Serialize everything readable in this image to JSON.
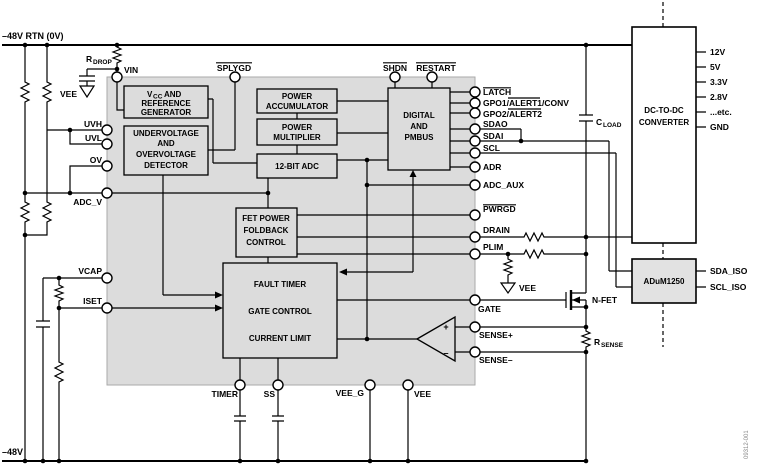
{
  "figure": {
    "code": "09312-001"
  },
  "colors": {
    "ic_fill": "#dcdcdc",
    "line": "#000000",
    "background": "#ffffff",
    "dcdc_fill": "#ffffff"
  },
  "rails": {
    "top": "–48V RTN (0V)",
    "bottom": "–48V"
  },
  "components": {
    "rdrop": {
      "name": "R",
      "sub": "DROP"
    },
    "cload": {
      "name": "C",
      "sub": "LOAD"
    },
    "rsense": {
      "name": "R",
      "sub": "SENSE"
    },
    "nfet": "N-FET",
    "vee_input": "VEE",
    "vee_plim": "VEE"
  },
  "ic": {
    "pins": {
      "vin": "VIN",
      "splygd": "SPLYGD",
      "shdn": "SHDN",
      "restart": "RESTART",
      "uvh": "UVH",
      "uvl": "UVL",
      "ov": "OV",
      "adc_v": "ADC_V",
      "vcap": "VCAP",
      "iset": "ISET",
      "latch": "LATCH",
      "gpo1": "GPO1/ALERT1/CONV",
      "gpo2": "GPO2/ALERT2",
      "sdao": "SDAO",
      "sdai": "SDAI",
      "scl": "SCL",
      "adr": "ADR",
      "adc_aux": "ADC_AUX",
      "pwrgd": "PWRGD",
      "drain": "DRAIN",
      "plim": "PLIM",
      "gate": "GATE",
      "sense_plus": "SENSE+",
      "sense_minus": "SENSE–",
      "timer": "TIMER",
      "ss": "SS",
      "vee_g": "VEE_G",
      "vee": "VEE"
    },
    "blocks": {
      "vcc_ref": {
        "v": "V",
        "cc": "CC",
        "and": "AND",
        "line2": "REFERENCE",
        "line3": "GENERATOR"
      },
      "uv_ov": [
        "UNDERVOLTAGE",
        "AND",
        "OVERVOLTAGE",
        "DETECTOR"
      ],
      "power_acc": [
        "POWER",
        "ACCUMULATOR"
      ],
      "power_mult": [
        "POWER",
        "MULTIPLIER"
      ],
      "adc": "12-BIT ADC",
      "digital": [
        "DIGITAL",
        "AND",
        "PMBUS"
      ],
      "foldback": [
        "FET POWER",
        "FOLDBACK",
        "CONTROL"
      ],
      "fault": [
        "FAULT TIMER",
        "GATE CONTROL",
        "CURRENT LIMIT"
      ]
    },
    "comparator": {
      "plus": "+",
      "minus": "–"
    }
  },
  "dcdc": {
    "label": [
      "DC-TO-DC",
      "CONVERTER"
    ],
    "outputs": [
      "12V",
      "5V",
      "3.3V",
      "2.8V",
      "...etc.",
      "GND"
    ]
  },
  "isolator": {
    "name": "ADuM1250",
    "pins": [
      "SDA_ISO",
      "SCL_ISO"
    ]
  }
}
